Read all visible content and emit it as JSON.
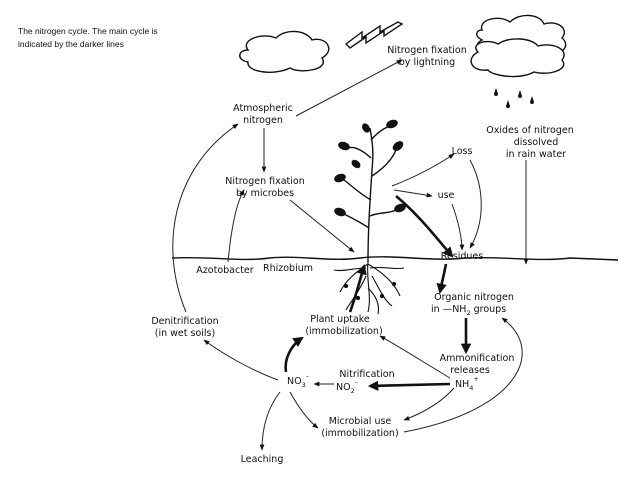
{
  "caption": {
    "line1": "The nitrogen cycle. The main cycle is",
    "line2": "indicated by the darker lines"
  },
  "labels": {
    "fixation_lightning_1": "Nitrogen fixation",
    "fixation_lightning_2": "by lightning",
    "atmospheric_1": "Atmospheric",
    "atmospheric_2": "nitrogen",
    "oxides_1": "Oxides of nitrogen",
    "oxides_2": "dissolved",
    "oxides_3": "in rain water",
    "fixation_microbes_1": "Nitrogen fixation",
    "fixation_microbes_2": "by microbes",
    "loss": "Loss",
    "use": "use",
    "residues": "Residues",
    "azotobacter": "Azotobacter",
    "rhizobium": "Rhizobium",
    "organic_1": "Organic nitrogen",
    "organic_2": "in",
    "organic_2b": "—NH",
    "organic_2_sub": "2",
    "organic_2c": "groups",
    "denitrification_1": "Denitrification",
    "denitrification_2": "(in wet soils)",
    "uptake_1": "Plant uptake",
    "uptake_2": "(immobilization)",
    "ammonification_1": "Ammonification",
    "ammonification_2": "releases",
    "nh4": "NH",
    "nh4_sub": "4",
    "nh4_sup": "+",
    "nitrification": "Nitrification",
    "no3": "NO",
    "no3_sub": "3",
    "no3_sup": "–",
    "no2": "NO",
    "no2_sub": "2",
    "no2_sup": "–",
    "microbial_1": "Microbial use",
    "microbial_2": "(immobilization)",
    "leaching": "Leaching"
  }
}
